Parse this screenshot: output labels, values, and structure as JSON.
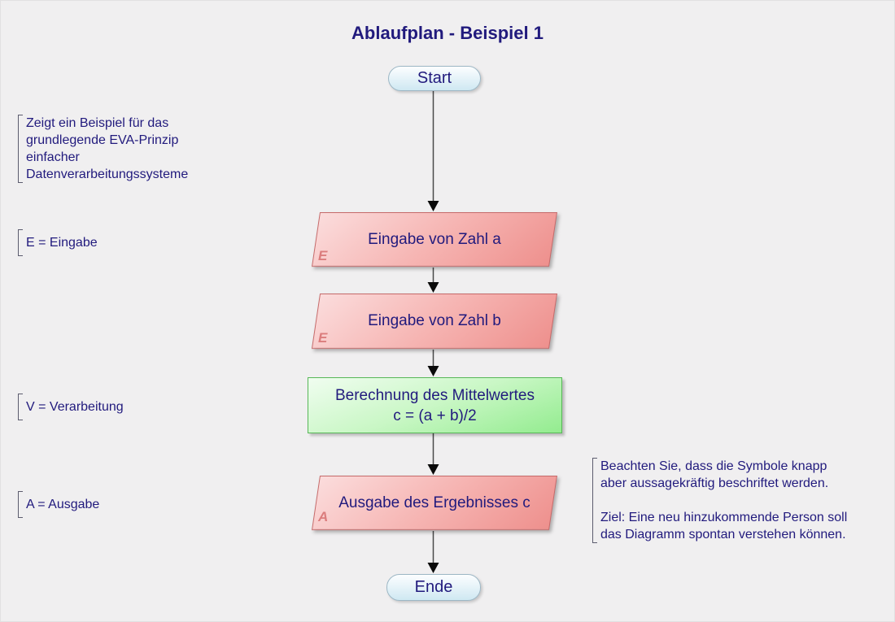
{
  "title": "Ablaufplan - Beispiel 1",
  "flow": {
    "start_label": "Start",
    "end_label": "Ende",
    "input_a_label": "Eingabe von Zahl a",
    "input_b_label": "Eingabe von Zahl b",
    "process_line1": "Berechnung des Mittelwertes",
    "process_line2": "c = (a + b)/2",
    "output_label": "Ausgabe des Ergebnisses c",
    "tag_input": "E",
    "tag_output": "A"
  },
  "annotations": {
    "intro_lines": [
      "Zeigt ein Beispiel für das",
      "grundlegende EVA-Prinzip",
      "einfacher",
      "Datenverarbeitungssysteme"
    ],
    "legend_e": "E = Eingabe",
    "legend_v": "V = Verarbeitung",
    "legend_a": "A = Ausgabe",
    "right_note_lines": [
      "Beachten Sie, dass die Symbole knapp",
      "aber aussagekräftig beschriftet werden.",
      "",
      "Ziel: Eine neu hinzukommende Person soll",
      "das Diagramm spontan verstehen können."
    ]
  },
  "colors": {
    "background": "#f0eff0",
    "text_navy": "#211a7d",
    "io_fill_light": "#fbdcdc",
    "io_fill_dark": "#ee908d",
    "io_border": "#c66a6a",
    "io_tag": "#db7d7d",
    "process_fill_light": "#f0fdf0",
    "process_fill_dark": "#93ec8f",
    "process_border": "#57b757",
    "terminal_fill_light": "#fcfeff",
    "terminal_fill_dark": "#cfe8f2",
    "terminal_border": "#9db7c5",
    "arrow_line": "#4a4a4a",
    "arrow_head": "#0a0a0a"
  }
}
